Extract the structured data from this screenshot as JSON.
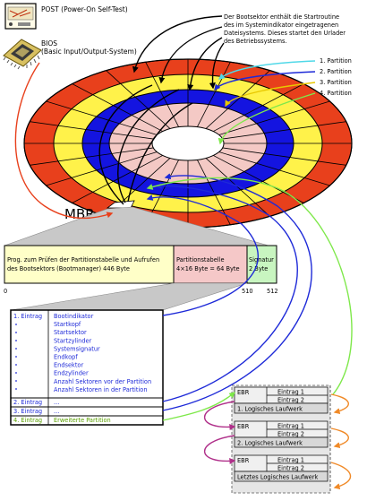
{
  "post": {
    "label": "POST (Power-On Self-Test)"
  },
  "bios": {
    "line1": "BIOS",
    "line2": "(Basic Input/Output-System)"
  },
  "bootsector_note": [
    "Der Bootsektor enthält die Startroutine",
    "des im Systemindikator eingetragenen",
    "Dateisystems. Dieses startet den Urlader",
    "des Betriebssystems."
  ],
  "partitions": [
    "1. Partition",
    "2. Partition",
    "3. Partition",
    "4. Partition"
  ],
  "mbr_label": "MBR",
  "mbr_layout": {
    "prog_line1": "Prog. zum Prüfen der Partitionstabelle und Aufrufen",
    "prog_line2": "des Bootsektors (Bootmanager) 446 Byte",
    "table_line1": "Partitionstabelle",
    "table_line2": "4×16 Byte =  64 Byte",
    "sig_line1": "Signatur",
    "sig_line2": "2 Byte",
    "offsets": [
      "0",
      "510",
      "512"
    ]
  },
  "entry_table": {
    "entry1": "1. Eintrag",
    "fields": [
      "Bootindikator",
      "Startkopf",
      "Startsektor",
      "Startzylinder",
      "Systemsignatur",
      "Endkopf",
      "Endsektor",
      "Endzylinder",
      "Anzahl Sektoren vor der Partition",
      "Anzahl Sektoren in der Partition"
    ],
    "entry2": "2. Eintrag",
    "entry3": "3. Eintrag",
    "entry4": "4. Eintrag",
    "ellipsis": "...",
    "extended": "Erweiterte Partition"
  },
  "ebr_chain": [
    {
      "ebr": "EBR",
      "entry1": "Eintrag 1",
      "entry2": "Eintrag 2",
      "drive": "1. Logisches Laufwerk"
    },
    {
      "ebr": "EBR",
      "entry1": "Eintrag 1",
      "entry2": "Eintrag 2",
      "drive": "2. Logisches Laufwerk"
    },
    {
      "ebr": "EBR",
      "entry1": "Eintrag 1",
      "entry2": "Eintrag 2",
      "drive": "Letztes Logisches Laufwerk"
    }
  ],
  "colors": {
    "ring_red": "#e8401c",
    "ring_yellow": "#fff24a",
    "ring_blue": "#1414e0",
    "ring_pink": "#f4c9c5",
    "prog_fill": "#ffffc8",
    "table_fill": "#f5c8c8",
    "sig_fill": "#c8f5c0",
    "arrow_black": "#000000",
    "arrow_red": "#e8401c",
    "arrow_blue": "#1e2ad8",
    "arrow_green": "#7ee84a",
    "arrow_purple": "#b0308a",
    "arrow_orange": "#f08a28",
    "arrow_cyan": "#4fd8e8",
    "text_blue": "#1e2ad8",
    "text_green": "#5aa000"
  }
}
